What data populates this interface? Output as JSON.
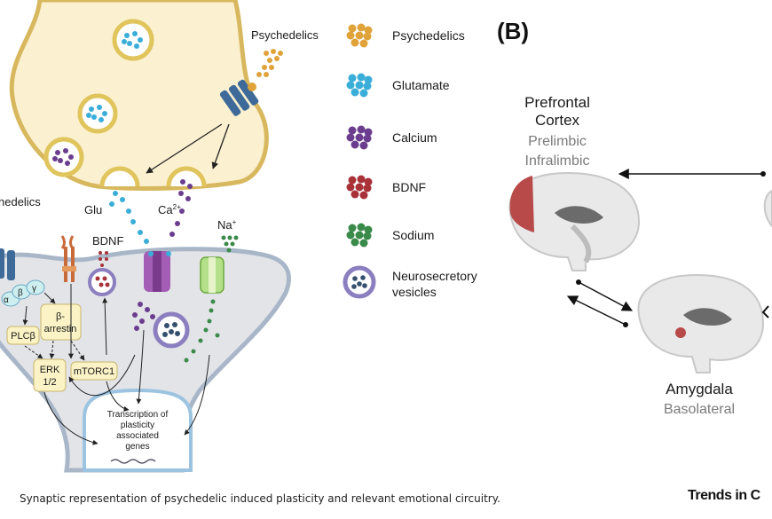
{
  "panelA": {
    "psychedelics_top": "Psychedelics",
    "psychedelics_left": "hedelics",
    "glu": "Glu",
    "ca": "Ca",
    "ca_sup": "2+",
    "na": "Na",
    "na_sup": "+",
    "bdnf": "BDNF",
    "beta_arrestin_1": "β-",
    "beta_arrestin_2": "arrestin",
    "plcb": "PLCβ",
    "erk_1": "ERK",
    "erk_2": "1/2",
    "mtorc1": "mTORC1",
    "g_alpha": "α",
    "g_beta": "β",
    "g_gamma": "γ",
    "transcription_1": "Transcription of",
    "transcription_2": "plasticity",
    "transcription_3": "associated",
    "transcription_4": "genes"
  },
  "legend": {
    "items": [
      {
        "label": "Psychedelics",
        "color": "#e0a33a",
        "icon": "dots-cluster-icon"
      },
      {
        "label": "Glutamate",
        "color": "#3aaed8",
        "icon": "dots-cluster-icon"
      },
      {
        "label": "Calcium",
        "color": "#6b3d8f",
        "icon": "dots-cluster-icon"
      },
      {
        "label": "BDNF",
        "color": "#a83238",
        "icon": "dots-cluster-icon"
      },
      {
        "label": "Sodium",
        "color": "#3a8a4a",
        "icon": "dots-cluster-icon"
      },
      {
        "label": "Neurosecretory",
        "label2": "vesicles",
        "color": "#8c7fc0",
        "icon": "vesicle-icon"
      }
    ]
  },
  "panelB": {
    "label": "(B)",
    "pfc_1": "Prefrontal",
    "pfc_2": "Cortex",
    "pfc_sub1": "Prelimbic",
    "pfc_sub2": "Infralimbic",
    "amygdala": "Amygdala",
    "amygdala_sub": "Basolateral"
  },
  "caption": "Synaptic representation of psychedelic induced plasticity and relevant emotional circuitry.",
  "brand": "Trends in C"
}
